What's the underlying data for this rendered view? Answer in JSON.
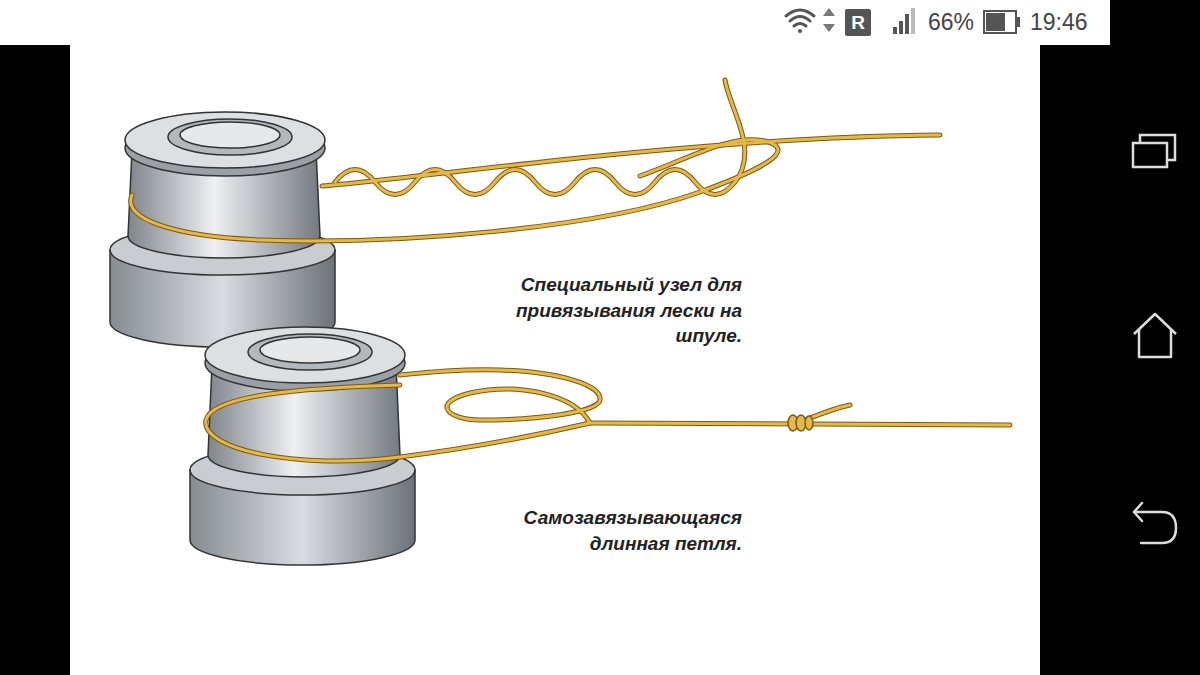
{
  "diagram": {
    "labels": [
      "R",
      "66%",
      "19:46",
      "Специальный узел для привязывания лески на шпуле.",
      "Самозавязывающаяся длинная петля."
    ]
  }
}
